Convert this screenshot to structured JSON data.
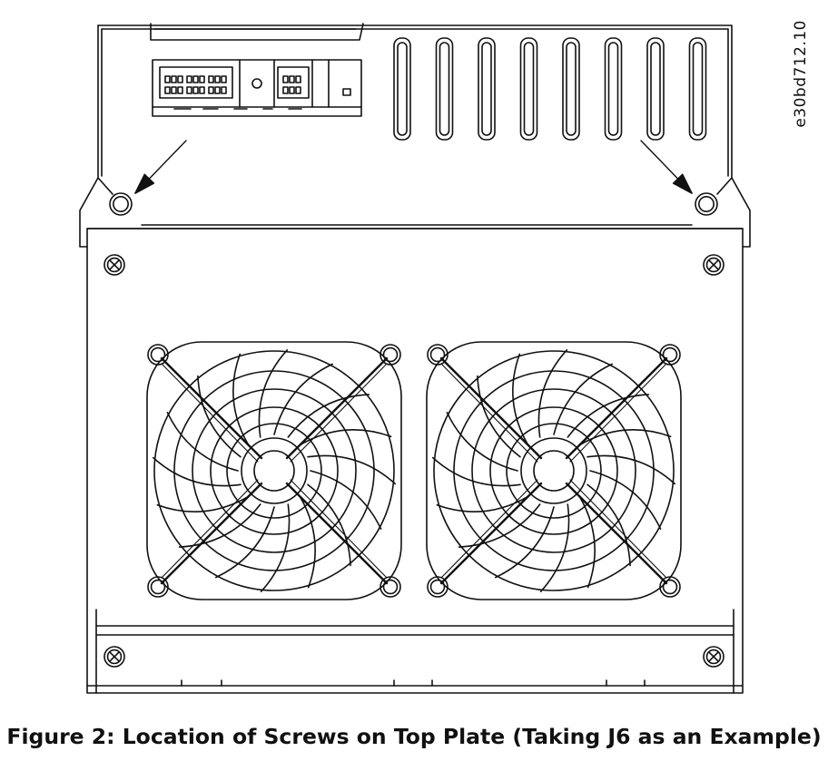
{
  "figure": {
    "caption": "Figure 2:  Location of Screws on Top Plate (Taking J6 as an Example)",
    "figure_id": "e30bd712.10"
  },
  "drawing": {
    "line_color": "#111111",
    "background": "#ffffff",
    "components": [
      "top-plate",
      "terminal-connector-block",
      "vent-slot",
      "front-cover",
      "cooling-fan",
      "fan-mounting-screw",
      "cover-screw",
      "top-plate-screw",
      "pointer-arrow"
    ],
    "fan_count": 2,
    "vent_slot_count": 8,
    "marked_screw_count": 2
  }
}
